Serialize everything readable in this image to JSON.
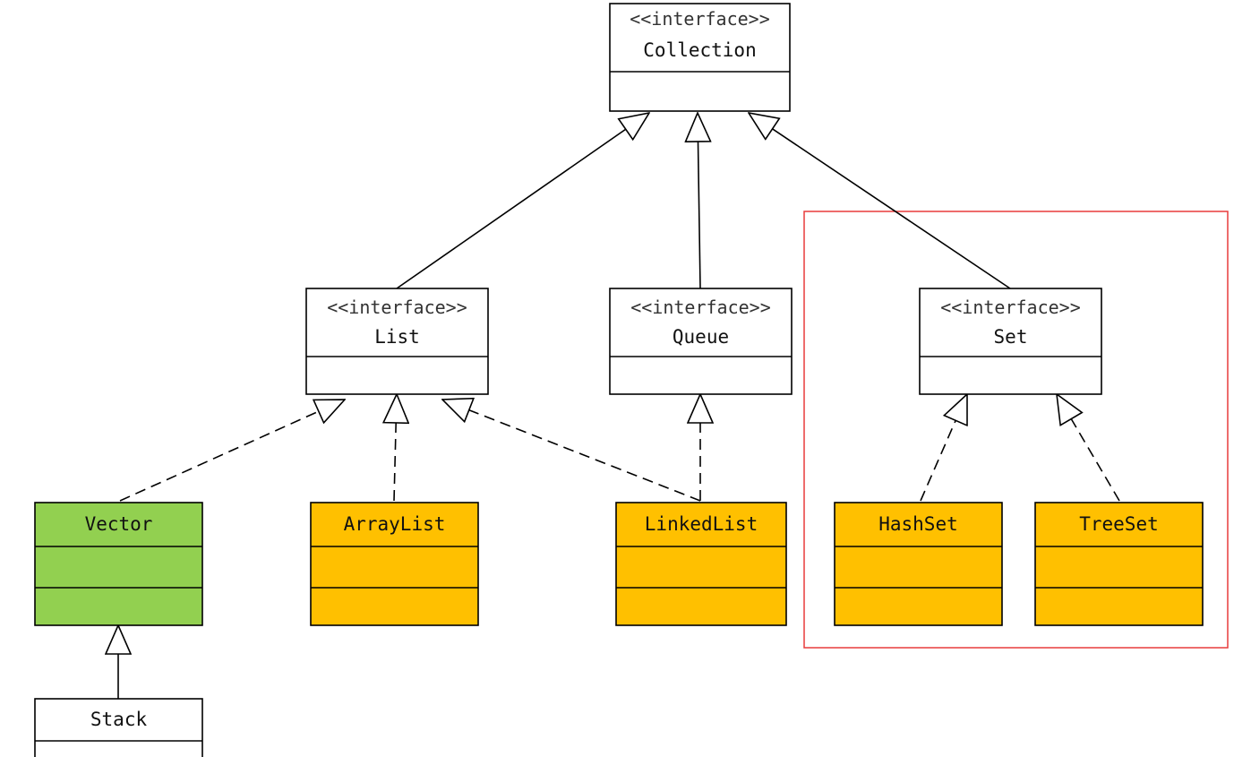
{
  "colors": {
    "interface_fill": "#ffffff",
    "legacy_class_fill": "#92d050",
    "class_fill": "#ffc000",
    "plain_class_fill": "#ffffff",
    "stroke": "#000000",
    "highlight_border": "#e83c3c"
  },
  "nodes": {
    "collection": {
      "stereotype": "<<interface>>",
      "name": "Collection"
    },
    "list": {
      "stereotype": "<<interface>>",
      "name": "List"
    },
    "queue": {
      "stereotype": "<<interface>>",
      "name": "Queue"
    },
    "set": {
      "stereotype": "<<interface>>",
      "name": "Set"
    },
    "vector": {
      "name": "Vector"
    },
    "arraylist": {
      "name": "ArrayList"
    },
    "linkedlist": {
      "name": "LinkedList"
    },
    "hashset": {
      "name": "HashSet"
    },
    "treeset": {
      "name": "TreeSet"
    },
    "stack": {
      "name": "Stack"
    }
  },
  "edges": [
    {
      "from": "List",
      "to": "Collection",
      "kind": "generalization"
    },
    {
      "from": "Queue",
      "to": "Collection",
      "kind": "generalization"
    },
    {
      "from": "Set",
      "to": "Collection",
      "kind": "generalization"
    },
    {
      "from": "Vector",
      "to": "List",
      "kind": "realization"
    },
    {
      "from": "ArrayList",
      "to": "List",
      "kind": "realization"
    },
    {
      "from": "LinkedList",
      "to": "List",
      "kind": "realization"
    },
    {
      "from": "LinkedList",
      "to": "Queue",
      "kind": "realization"
    },
    {
      "from": "HashSet",
      "to": "Set",
      "kind": "realization"
    },
    {
      "from": "TreeSet",
      "to": "Set",
      "kind": "realization"
    },
    {
      "from": "Stack",
      "to": "Vector",
      "kind": "generalization"
    }
  ]
}
